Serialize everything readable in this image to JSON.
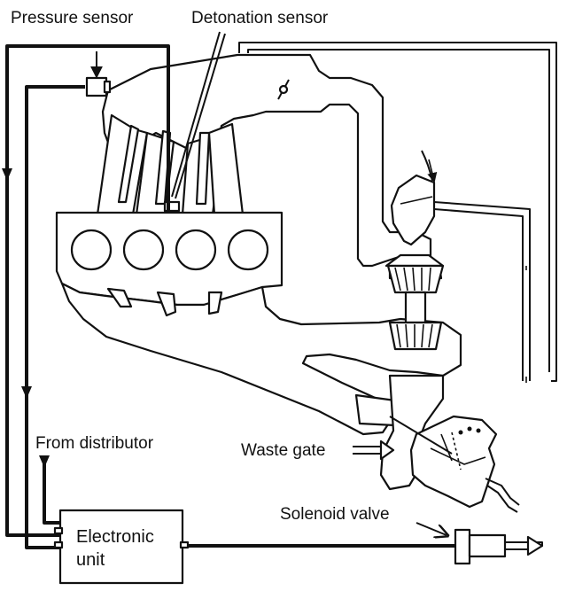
{
  "labels": {
    "pressure_sensor": "Pressure sensor",
    "detonation_sensor": "Detonation sensor",
    "from_distributor": "From distributor",
    "waste_gate": "Waste gate",
    "solenoid_valve": "Solenoid valve",
    "electronic_unit_line1": "Electronic",
    "electronic_unit_line2": "unit"
  },
  "colors": {
    "ink": "#111111",
    "paper": "#ffffff"
  }
}
